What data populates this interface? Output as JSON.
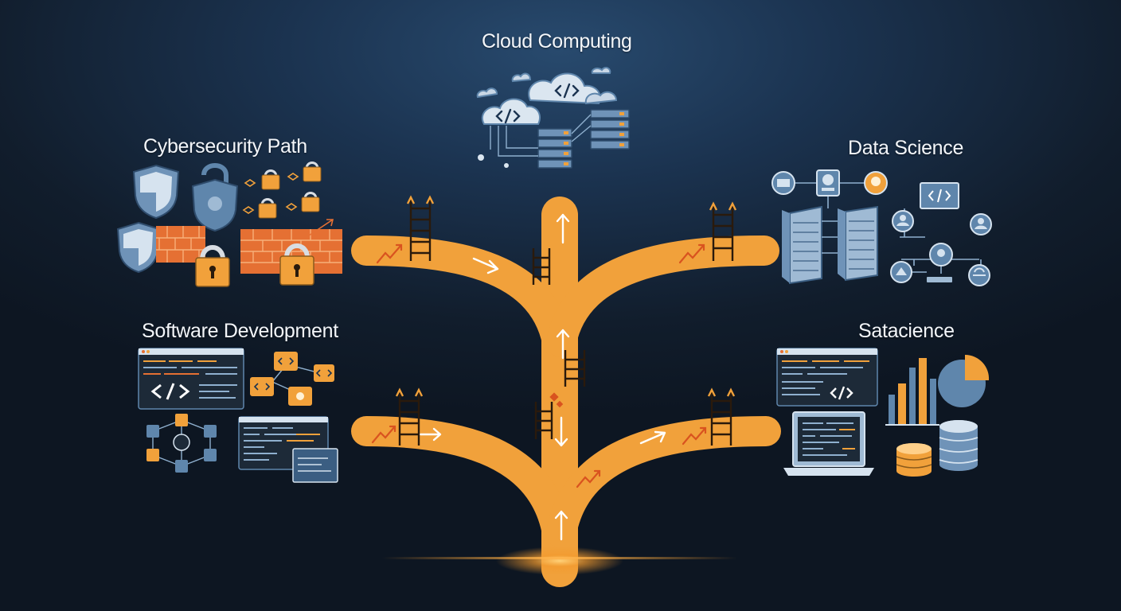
{
  "diagram": {
    "branches": {
      "top": {
        "label": "Cloud Computing",
        "icon": "cloud-server-icon"
      },
      "upper_left": {
        "label": "Cybersecurity Path",
        "icon": "shield-lock-firewall-icon"
      },
      "upper_right": {
        "label": "Data Science",
        "icon": "network-server-icon"
      },
      "lower_left": {
        "label": "Software Development",
        "icon": "code-editor-icon"
      },
      "lower_right": {
        "label": "Satacience",
        "icon": "analytics-database-icon"
      }
    },
    "path_icons": [
      "ladder-icon",
      "arrow-up-icon",
      "arrow-right-icon",
      "trend-arrow-icon"
    ],
    "colors": {
      "background": "#13233a",
      "path": "#f2a23a",
      "accent": "#e9822b",
      "icon_blue": "#5f86ac",
      "icon_light": "#d6e3ef"
    }
  }
}
